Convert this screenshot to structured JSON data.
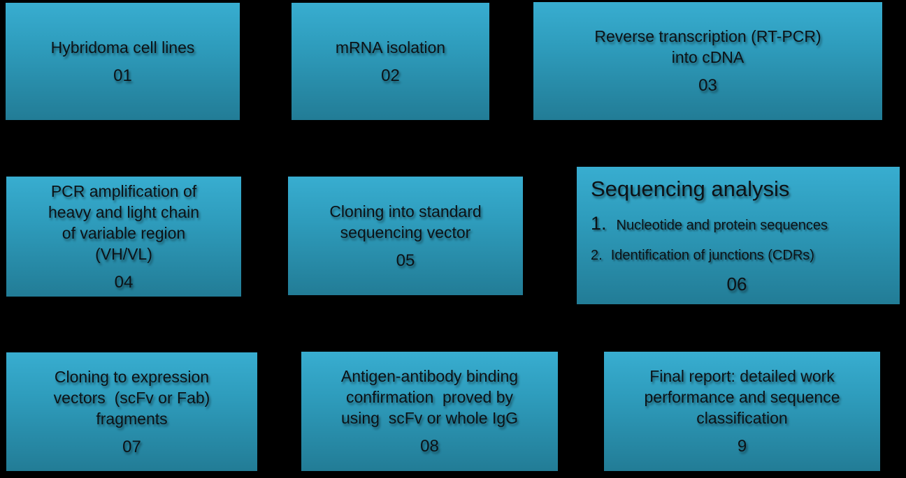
{
  "background_color": "#000000",
  "box_colors": {
    "gradient_top": "#38add0",
    "gradient_bottom": "#227c96",
    "text": "#0c1216"
  },
  "boxes": [
    {
      "title": "Hybridoma cell lines",
      "number": "01"
    },
    {
      "title": "mRNA isolation",
      "number": "02"
    },
    {
      "title": "Reverse transcription (RT-PCR)\ninto cDNA",
      "number": "03"
    },
    {
      "title": "PCR amplification of\nheavy and light chain\nof variable region\n(VH/VL)",
      "number": "04"
    },
    {
      "title": "Cloning into standard\nsequencing vector",
      "number": "05"
    },
    {
      "title": "Sequencing analysis",
      "items": [
        {
          "marker": "1.",
          "text": "Nucleotide and protein sequences"
        },
        {
          "marker": "2.",
          "text": "Identification of junctions (CDRs)"
        }
      ],
      "number": "06"
    },
    {
      "title": "Cloning to expression\nvectors  (scFv or Fab)\nfragments",
      "number": "07"
    },
    {
      "title": "Antigen-antibody binding\nconfirmation  proved by\nusing  scFv or whole IgG",
      "number": "08"
    },
    {
      "title": "Final report: detailed work\nperformance and sequence\nclassification",
      "number": "9"
    }
  ]
}
